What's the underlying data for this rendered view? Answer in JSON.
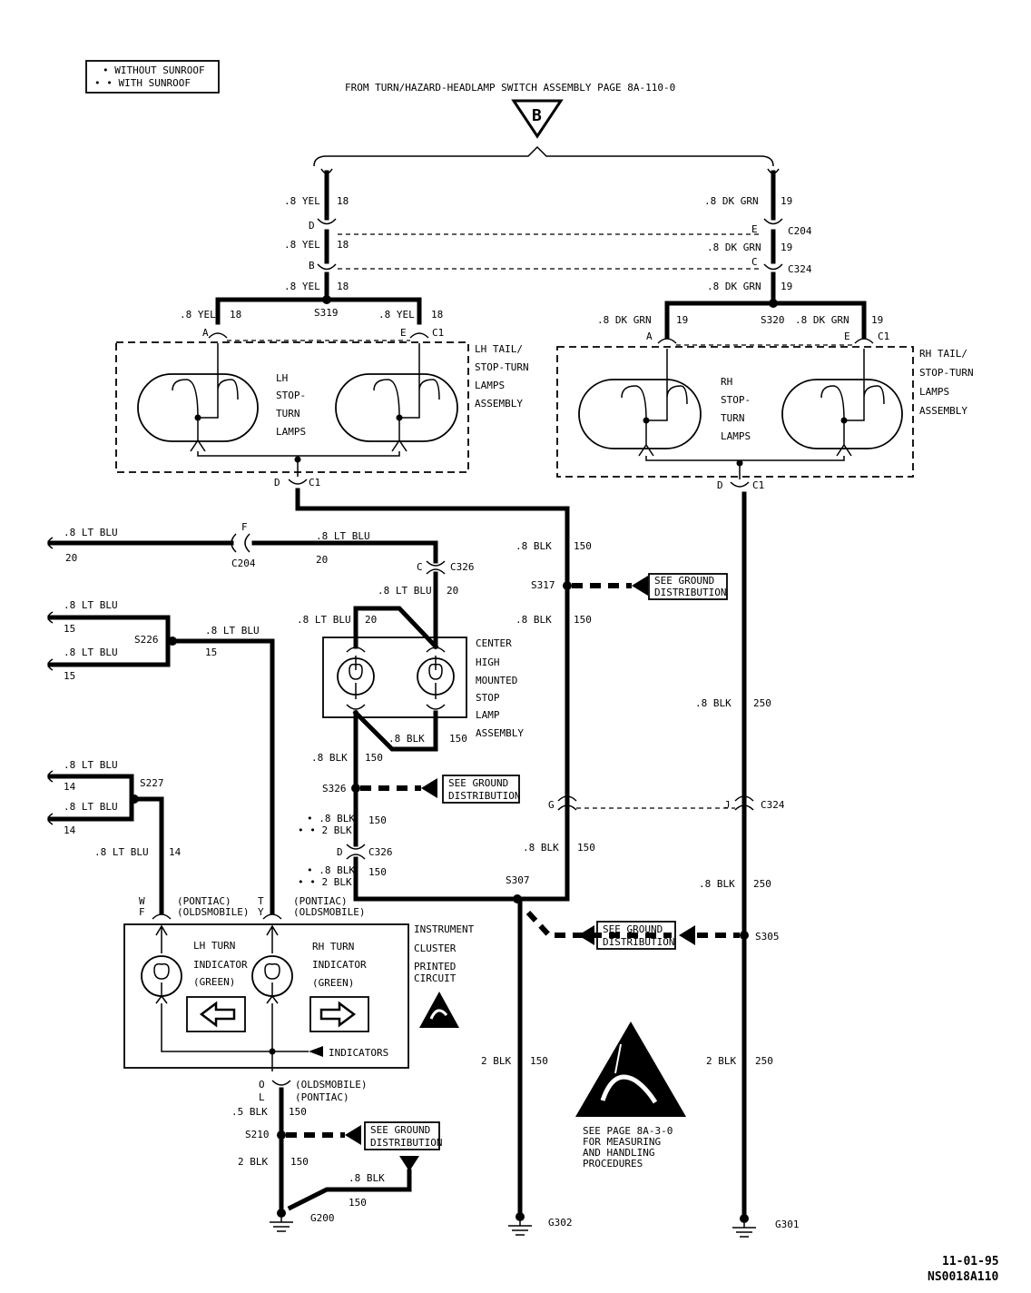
{
  "legend": {
    "without_sunroof": "• WITHOUT SUNROOF",
    "with_sunroof": "• • WITH SUNROOF"
  },
  "header": {
    "source": "FROM TURN/HAZARD-HEADLAMP SWITCH ASSEMBLY PAGE 8A-110-0",
    "ref_letter": "B"
  },
  "wires": {
    "yel": ".8 YEL",
    "yel_ckt": "18",
    "dkgrn": ".8 DK GRN",
    "dkgrn_ckt": "19",
    "ltblu_08": ".8 LT BLU",
    "ckt_20": "20",
    "ckt_15": "15",
    "ckt_14": "14",
    "blk_08": ".8 BLK",
    "blk_2": "2 BLK",
    "blk_05": ".5 BLK",
    "ckt_150": "150",
    "ckt_250": "250",
    "opt_08": "• .8 BLK",
    "opt_2": "• • 2 BLK"
  },
  "connectors": {
    "c204": "C204",
    "c324": "C324",
    "c1": "C1",
    "c326": "C326",
    "pin_d": "D",
    "pin_b": "B",
    "pin_e": "E",
    "pin_c": "C",
    "pin_a": "A",
    "pin_f": "F",
    "pin_g": "G",
    "pin_j": "J",
    "pin_w": "W",
    "pin_t": "T",
    "pin_y": "Y",
    "pin_o": "O",
    "pin_l": "L"
  },
  "splices": {
    "s319": "S319",
    "s320": "S320",
    "s317": "S317",
    "s226": "S226",
    "s227": "S227",
    "s326": "S326",
    "s307": "S307",
    "s305": "S305",
    "s210": "S210"
  },
  "grounds": {
    "g200": "G200",
    "g302": "G302",
    "g301": "G301",
    "see_ground_1": "SEE GROUND",
    "see_ground_2": "DISTRIBUTION"
  },
  "components": {
    "lh_assy": [
      "LH TAIL/",
      "STOP-TURN",
      "LAMPS",
      "ASSEMBLY"
    ],
    "lh_lamps": [
      "LH",
      "STOP-",
      "TURN",
      "LAMPS"
    ],
    "rh_assy": [
      "RH TAIL/",
      "STOP-TURN",
      "LAMPS",
      "ASSEMBLY"
    ],
    "rh_lamps": [
      "RH",
      "STOP-",
      "TURN",
      "LAMPS"
    ],
    "chmsl": [
      "CENTER",
      "HIGH",
      "MOUNTED",
      "STOP",
      "LAMP",
      "ASSEMBLY"
    ],
    "cluster": [
      "INSTRUMENT",
      "CLUSTER",
      "PRINTED",
      "CIRCUIT"
    ],
    "lh_turn": [
      "LH TURN",
      "INDICATOR",
      "(GREEN)"
    ],
    "rh_turn": [
      "RH TURN",
      "INDICATOR",
      "(GREEN)"
    ],
    "indicators": "INDICATORS",
    "pontiac": "(PONTIAC)",
    "oldsmobile": "(OLDSMOBILE)"
  },
  "esd_note": [
    "SEE PAGE 8A-3-0",
    "FOR MEASURING",
    "AND HANDLING",
    "PROCEDURES"
  ],
  "footer": {
    "date": "11-01-95",
    "code": "NS0018A110"
  }
}
